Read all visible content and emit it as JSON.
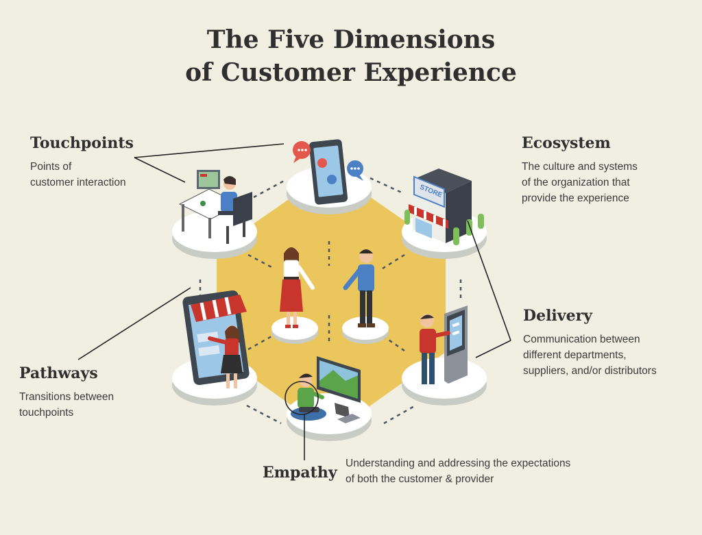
{
  "title": {
    "line1": "The Five Dimensions",
    "line2": "of Customer Experience"
  },
  "dimensions": {
    "touchpoints": {
      "heading": "Touchpoints",
      "desc": [
        "Points of",
        "customer interaction"
      ]
    },
    "ecosystem": {
      "heading": "Ecosystem",
      "desc": [
        "The culture and systems",
        "of the organization that",
        "provide the experience"
      ]
    },
    "delivery": {
      "heading": "Delivery",
      "desc": [
        "Communication between",
        "different departments,",
        "suppliers, and/or distributors"
      ]
    },
    "pathways": {
      "heading": "Pathways",
      "desc": [
        "Transitions between",
        "touchpoints"
      ]
    },
    "empathy": {
      "heading": "Empathy",
      "desc": [
        "Understanding and addressing the expectations",
        "of both the customer & provider"
      ]
    }
  },
  "illustration": {
    "store_sign": "STORE"
  },
  "colors": {
    "background": "#f1efe2",
    "hexagon": "#ebc65c",
    "platform": "#ffffff",
    "platform_shadow": "#c9ccc4",
    "red": "#c8352c",
    "blue": "#4b80c4",
    "text": "#2f2f2f"
  }
}
